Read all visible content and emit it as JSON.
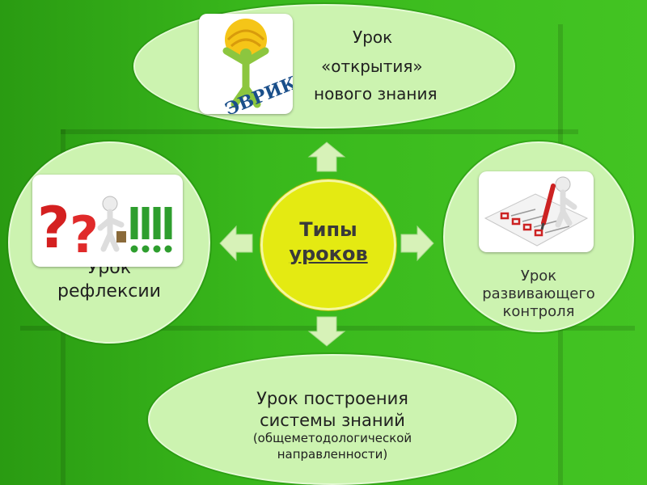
{
  "diagram": {
    "center": {
      "line1": "Типы",
      "line2": "уроков"
    },
    "top": {
      "line1": "Урок",
      "line2": "«открытия»",
      "line3": "нового знания",
      "logo_text": "ЭВРИКА",
      "icon": "eureka-logo-icon"
    },
    "left": {
      "line1": "Урок",
      "line2": "рефлексии",
      "icon": "question-exclamation-figure-icon"
    },
    "right": {
      "line1": "Урок",
      "line2": "развивающего",
      "line3": "контроля",
      "icon": "checklist-pencil-figure-icon"
    },
    "bottom": {
      "line1": "Урок построения",
      "line2": "системы знаний",
      "line3": "(общеметодологической",
      "line4": "направленности)"
    }
  },
  "colors": {
    "background": "#33a81a",
    "oval_fill": "#ccf3b0",
    "center_fill": "#e4ea12",
    "arrow_fill": "#d7f2b8"
  }
}
